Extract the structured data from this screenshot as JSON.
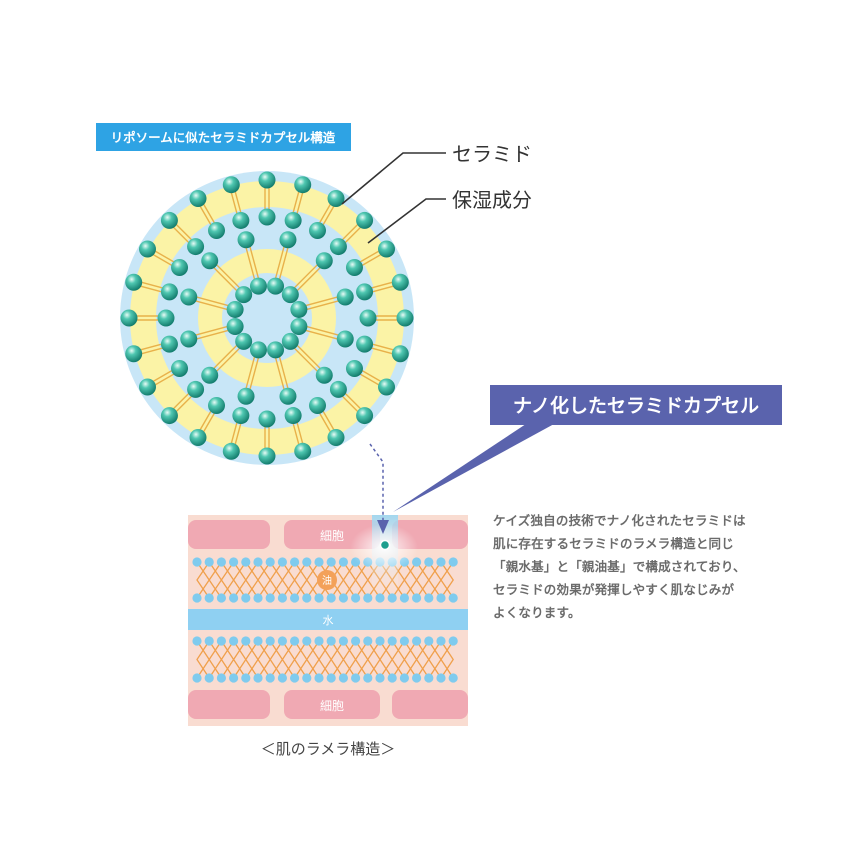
{
  "title_badge": "リポソームに似たセラミドカプセル構造",
  "labels": {
    "ceramide": "セラミド",
    "moisturizer": "保湿成分"
  },
  "callout": "ナノ化したセラミドカプセル",
  "layers": {
    "cell_top": "細胞",
    "oil": "油",
    "water": "水",
    "cell_bottom": "細胞"
  },
  "caption": "＜肌のラメラ構造＞",
  "description": [
    "ケイズ独自の技術でナノ化されたセラミドは",
    "肌に存在するセラミドのラメラ構造と同じ",
    "「親水基」と「親油基」で構成されており、",
    "セラミドの効果が発揮しやすく肌なじみが",
    "よくなります。"
  ],
  "colors": {
    "badge_bg": "#2ea3e4",
    "callout_bg": "#5a63ad",
    "capsule_water": "#c8e6f7",
    "capsule_ring": "#fbf3a6",
    "sphere": "#1e9f8e",
    "cell": "#f0a9b3",
    "skin_bg": "#f9dcd1",
    "lipid_head": "#7fcbee",
    "lipid_tail": "#f0a04c",
    "water_band": "#8fd0f2",
    "oil_dot": "#f3a15a"
  }
}
